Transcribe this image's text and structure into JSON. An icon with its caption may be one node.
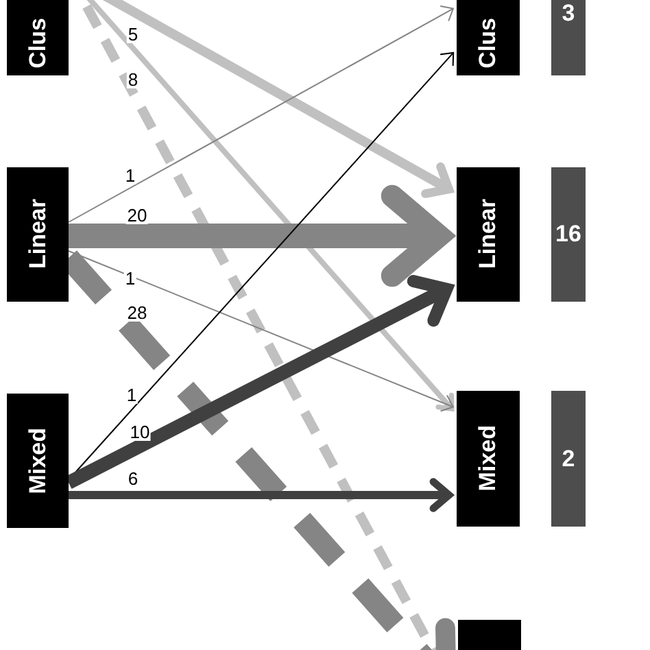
{
  "diagram": {
    "nodes": [
      {
        "text": [
          "Clus"
        ]
      },
      {
        "text": [
          "Linear"
        ]
      },
      {
        "text": [
          "Mixed"
        ]
      },
      {
        "text": [
          "Clus"
        ]
      },
      {
        "text": [
          "Linear"
        ]
      },
      {
        "text": [
          "Mixed"
        ]
      },
      {
        "text": [],
        "shape": "box"
      },
      {
        "text": [
          "3"
        ]
      },
      {
        "text": [
          "16"
        ]
      },
      {
        "text": [
          "2"
        ]
      }
    ],
    "edges": [
      {
        "from": 0,
        "to": 4,
        "arrow": "to",
        "color": "#c0c0c0"
      },
      {
        "from": 0,
        "to": 5,
        "arrow": "to",
        "label": "5",
        "color": "#c0c0c0"
      },
      {
        "from": 0,
        "to": 6,
        "arrow": "to",
        "label": "8",
        "style": "dashed",
        "color": "#c0c0c0"
      },
      {
        "from": 1,
        "to": 3,
        "arrow": "to",
        "label": "1"
      },
      {
        "from": 1,
        "to": 4,
        "arrow": "to",
        "label": "20",
        "style": "thick"
      },
      {
        "from": 1,
        "to": 5,
        "arrow": "to",
        "label": "1"
      },
      {
        "from": 1,
        "to": 6,
        "arrow": "to",
        "label": "28",
        "style": "dashed"
      },
      {
        "from": 2,
        "to": 3,
        "arrow": "to",
        "label": "1",
        "color": "#000000"
      },
      {
        "from": 2,
        "to": 4,
        "arrow": "to",
        "label": "10",
        "color": "#404040"
      },
      {
        "from": 2,
        "to": 5,
        "arrow": "to",
        "label": "6",
        "color": "#404040"
      }
    ]
  }
}
